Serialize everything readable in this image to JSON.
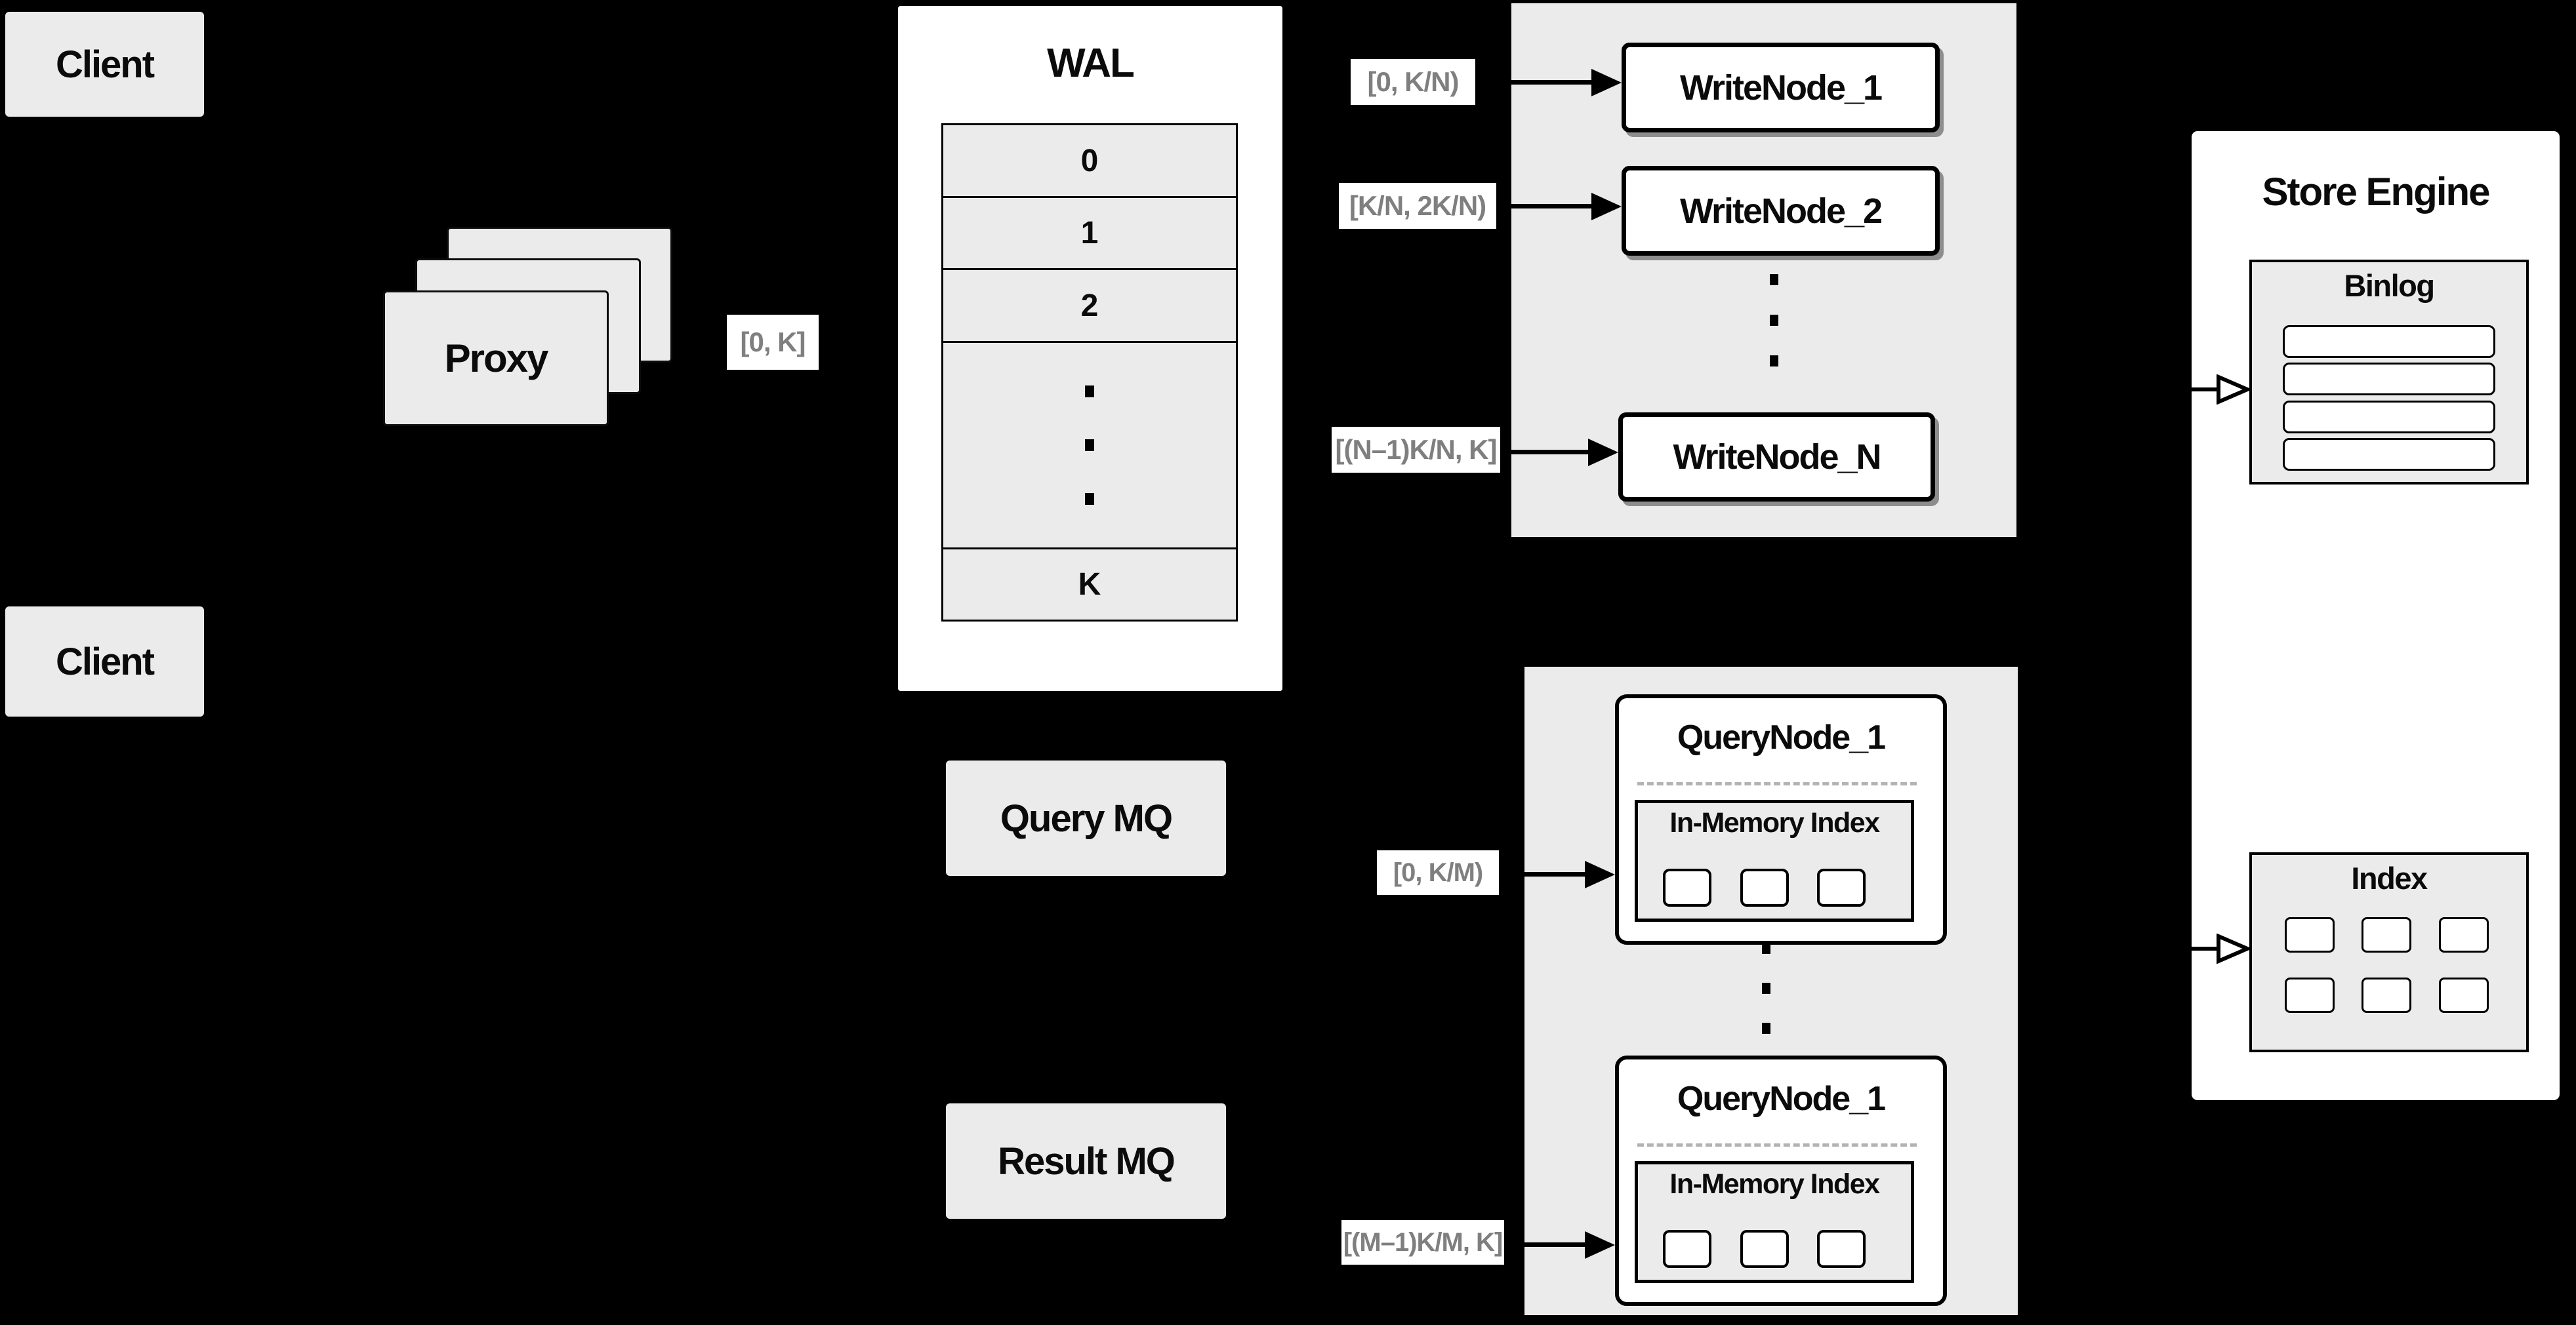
{
  "colors": {
    "background": "#000000",
    "box_fill": "#ebebeb",
    "node_fill": "#ffffff",
    "label_text": "#7f7f7f",
    "line": "#000000"
  },
  "clients": {
    "top": "Client",
    "bottom": "Client"
  },
  "proxy": {
    "label": "Proxy",
    "range": "[0, K]"
  },
  "wal": {
    "title": "WAL",
    "rows": [
      "0",
      "1",
      "2"
    ],
    "last_row": "K"
  },
  "mq": {
    "query": "Query MQ",
    "result": "Result MQ"
  },
  "write_group": {
    "nodes": [
      {
        "range": "[0,  K/N)",
        "name": "WriteNode_1"
      },
      {
        "range": "[K/N, 2K/N)",
        "name": "WriteNode_2"
      },
      {
        "range": "[(N–1)K/N,  K]",
        "name": "WriteNode_N"
      }
    ]
  },
  "query_group": {
    "nodes": [
      {
        "range": "[0, K/M)",
        "name": "QueryNode_1",
        "panel": "In-Memory Index"
      },
      {
        "range": "[(M–1)K/M, K]",
        "name": "QueryNode_1",
        "panel": "In-Memory Index"
      }
    ]
  },
  "store_engine": {
    "title": "Store Engine",
    "binlog": "Binlog",
    "index": "Index"
  }
}
